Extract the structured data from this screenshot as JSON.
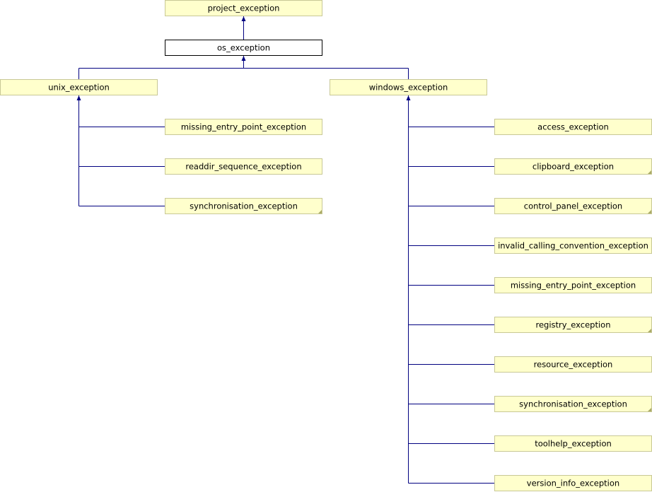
{
  "colors": {
    "box_fill": "#ffffcc",
    "box_border": "#c8c896",
    "current_fill": "#ffffff",
    "current_border": "#000000",
    "edge": "#000080",
    "fold_marker": "#aaaa66"
  },
  "diagram": {
    "root": {
      "label": "project_exception"
    },
    "current": {
      "label": "os_exception"
    },
    "unix": {
      "label": "unix_exception",
      "children": [
        {
          "label": "missing_entry_point_exception",
          "folded": false
        },
        {
          "label": "readdir_sequence_exception",
          "folded": false
        },
        {
          "label": "synchronisation_exception",
          "folded": true
        }
      ]
    },
    "windows": {
      "label": "windows_exception",
      "children": [
        {
          "label": "access_exception",
          "folded": false
        },
        {
          "label": "clipboard_exception",
          "folded": true
        },
        {
          "label": "control_panel_exception",
          "folded": true
        },
        {
          "label": "invalid_calling_convention_exception",
          "folded": false
        },
        {
          "label": "missing_entry_point_exception",
          "folded": false
        },
        {
          "label": "registry_exception",
          "folded": true
        },
        {
          "label": "resource_exception",
          "folded": false
        },
        {
          "label": "synchronisation_exception",
          "folded": true
        },
        {
          "label": "toolhelp_exception",
          "folded": false
        },
        {
          "label": "version_info_exception",
          "folded": false
        }
      ]
    }
  }
}
